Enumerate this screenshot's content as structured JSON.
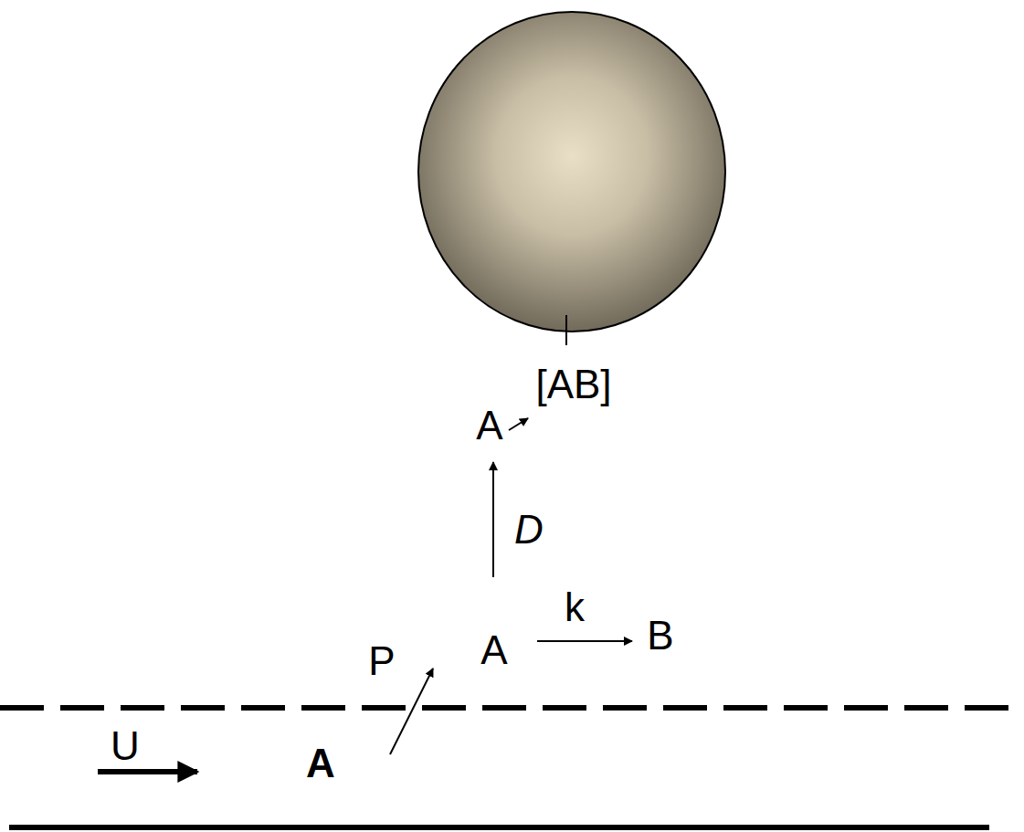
{
  "diagram": {
    "labels": [
      "[AB]",
      "A",
      "D",
      "P",
      "A",
      "k",
      "B",
      "U",
      "A"
    ]
  }
}
